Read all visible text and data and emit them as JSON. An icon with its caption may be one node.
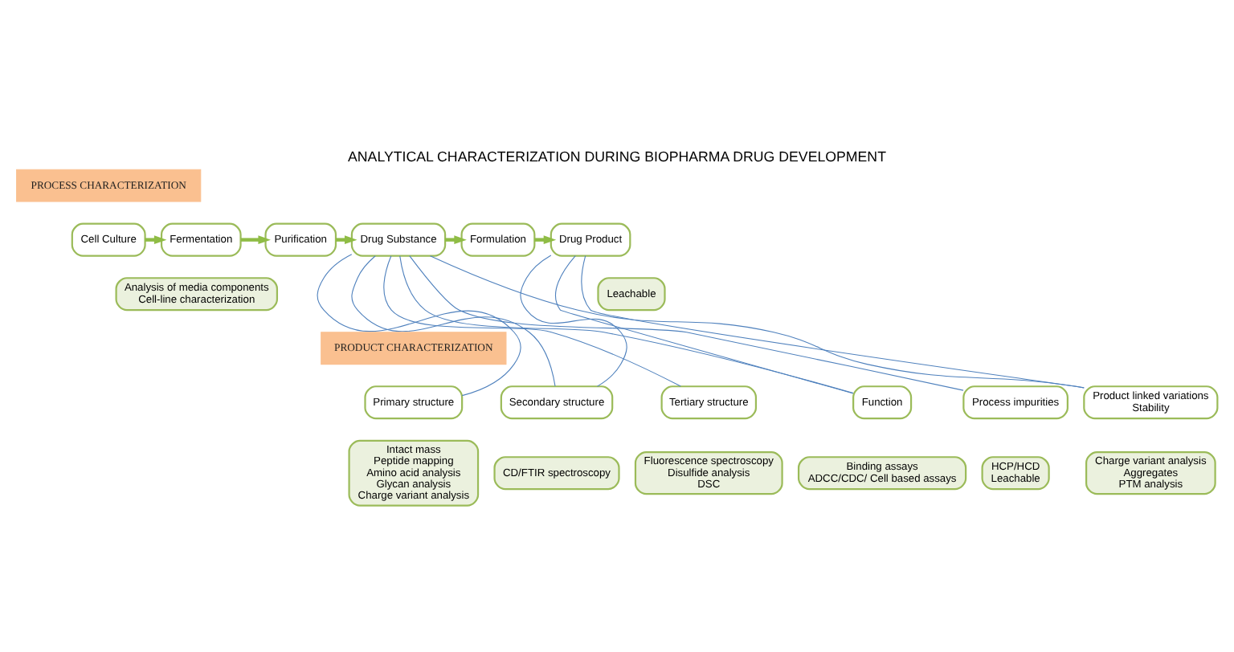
{
  "diagram": {
    "title": "ANALYTICAL CHARACTERIZATION DURING BIOPHARMA DRUG DEVELOPMENT",
    "nodes": [
      {
        "text": [
          "PROCESS CHARACTERIZATION"
        ]
      },
      {
        "text": [
          "Cell Culture"
        ]
      },
      {
        "text": [
          "Fermentation"
        ]
      },
      {
        "text": [
          "Purification"
        ]
      },
      {
        "text": [
          "Drug Substance"
        ]
      },
      {
        "text": [
          "Formulation"
        ]
      },
      {
        "text": [
          "Drug Product"
        ]
      },
      {
        "text": [
          "Analysis of media components",
          "Cell-line characterization"
        ]
      },
      {
        "text": [
          "Leachable"
        ]
      },
      {
        "text": [
          "PRODUCT CHARACTERIZATION"
        ]
      },
      {
        "text": [
          "Primary structure"
        ]
      },
      {
        "text": [
          "Secondary structure"
        ]
      },
      {
        "text": [
          "Tertiary structure"
        ]
      },
      {
        "text": [
          "Function"
        ]
      },
      {
        "text": [
          "Process impurities"
        ]
      },
      {
        "text": [
          "Product linked variations",
          "Stability"
        ]
      },
      {
        "text": [
          "Intact mass",
          "Peptide mapping",
          "Amino acid analysis",
          "Glycan analysis",
          "Charge variant analysis"
        ]
      },
      {
        "text": [
          "CD/FTIR spectroscopy"
        ]
      },
      {
        "text": [
          "Fluorescence spectroscopy",
          "Disulfide analysis",
          "DSC"
        ]
      },
      {
        "text": [
          "Binding assays",
          "ADCC/CDC/ Cell based assays"
        ]
      },
      {
        "text": [
          "HCP/HCD",
          "Leachable"
        ]
      },
      {
        "text": [
          "Charge variant analysis",
          "Aggregates",
          "PTM analysis"
        ]
      }
    ],
    "edges": [
      {
        "from": 1,
        "to": 2,
        "arrow": "to",
        "style": "thick",
        "color": "#8fbc45"
      },
      {
        "from": 2,
        "to": 3,
        "arrow": "to",
        "style": "thick",
        "color": "#8fbc45"
      },
      {
        "from": 3,
        "to": 4,
        "arrow": "to",
        "style": "thick",
        "color": "#8fbc45"
      },
      {
        "from": 4,
        "to": 5,
        "arrow": "to",
        "style": "thick",
        "color": "#8fbc45"
      },
      {
        "from": 5,
        "to": 6,
        "arrow": "to",
        "style": "thick",
        "color": "#8fbc45"
      },
      {
        "from": 4,
        "to": 10,
        "arrow": "none"
      },
      {
        "from": 4,
        "to": 11,
        "arrow": "none"
      },
      {
        "from": 4,
        "to": 12,
        "arrow": "none"
      },
      {
        "from": 4,
        "to": 13,
        "arrow": "none"
      },
      {
        "from": 4,
        "to": 14,
        "arrow": "none"
      },
      {
        "from": 4,
        "to": 15,
        "arrow": "none"
      },
      {
        "from": 6,
        "to": 11,
        "arrow": "none"
      },
      {
        "from": 6,
        "to": 13,
        "arrow": "none"
      },
      {
        "from": 6,
        "to": 15,
        "arrow": "none"
      }
    ]
  }
}
